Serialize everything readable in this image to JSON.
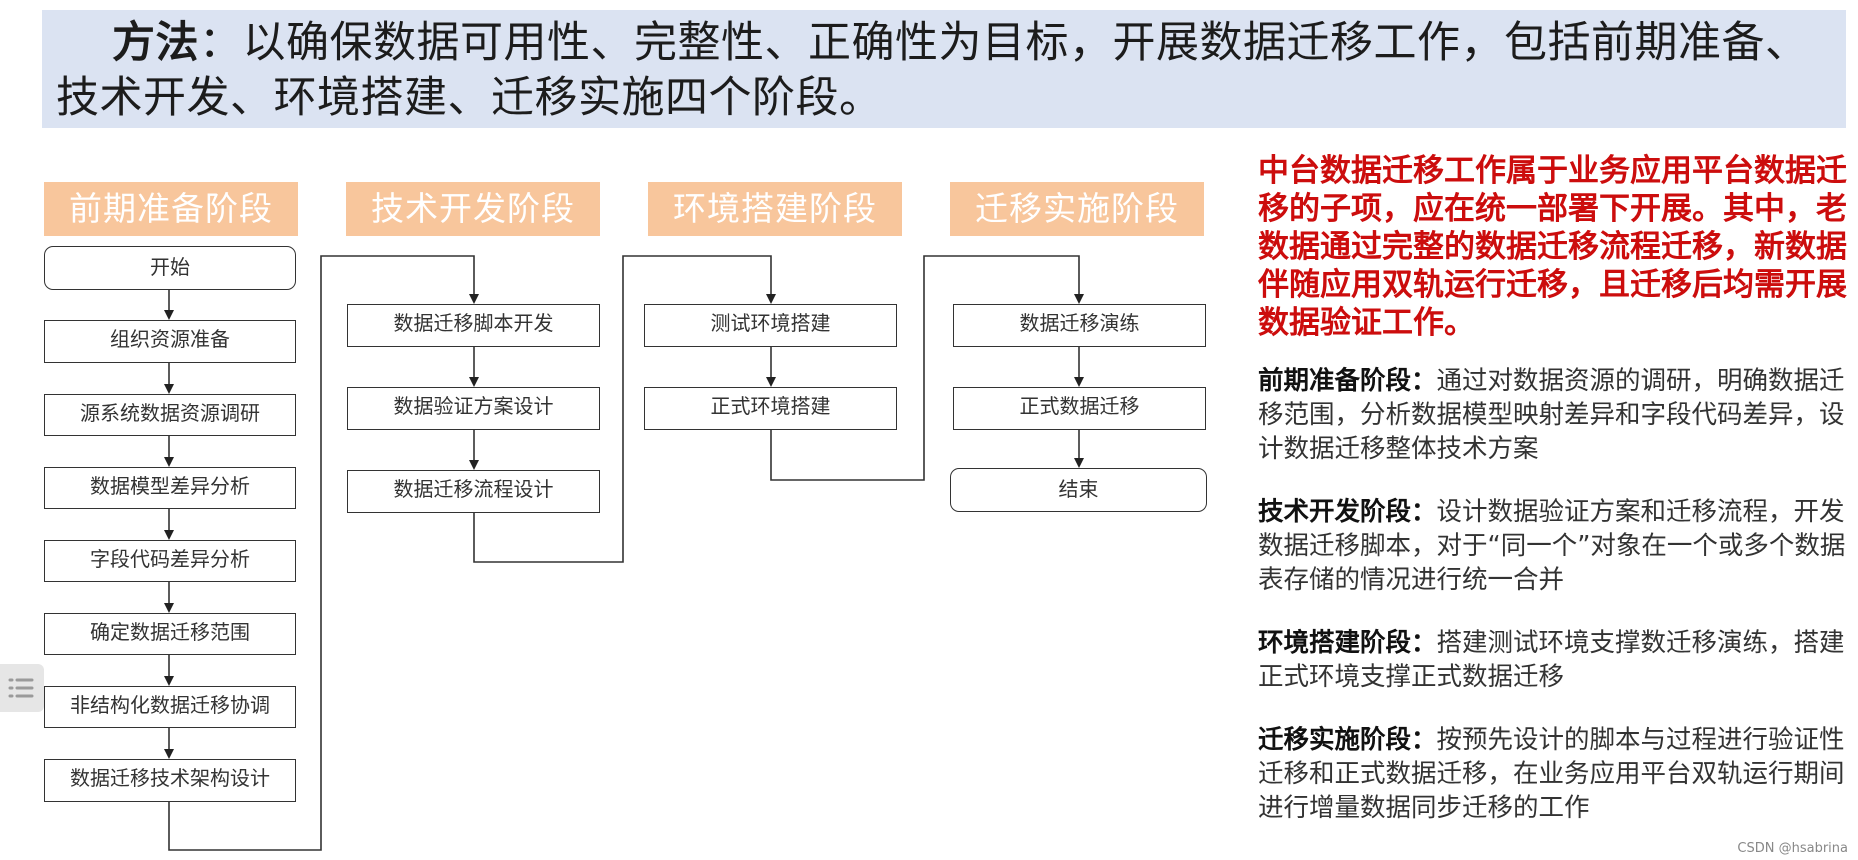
{
  "banner": {
    "label": "方法",
    "colon": "：",
    "text": "以确保数据可用性、完整性、正确性为目标，开展数据迁移工作，包括前期准备、技术开发、环境搭建、迁移实施四个阶段。"
  },
  "stages": [
    {
      "title": "前期准备阶段",
      "steps": [
        "开始",
        "组织资源准备",
        "源系统数据资源调研",
        "数据模型差异分析",
        "字段代码差异分析",
        "确定数据迁移范围",
        "非结构化数据迁移协调",
        "数据迁移技术架构设计"
      ]
    },
    {
      "title": "技术开发阶段",
      "steps": [
        "数据迁移脚本开发",
        "数据验证方案设计",
        "数据迁移流程设计"
      ]
    },
    {
      "title": "环境搭建阶段",
      "steps": [
        "测试环境搭建",
        "正式环境搭建"
      ]
    },
    {
      "title": "迁移实施阶段",
      "steps": [
        "数据迁移演练",
        "正式数据迁移",
        "结束"
      ]
    }
  ],
  "side": {
    "red_text": "中台数据迁移工作属于业务应用平台数据迁移的子项，应在统一部署下开展。其中，老数据通过完整的数据迁移流程迁移，新数据伴随应用双轨运行迁移，且迁移后均需开展数据验证工作。",
    "phases": [
      {
        "term": "前期准备阶段：",
        "desc": "通过对数据资源的调研，明确数据迁移范围，分析数据模型映射差异和字段代码差异，设计数据迁移整体技术方案"
      },
      {
        "term": "技术开发阶段：",
        "desc": "设计数据验证方案和迁移流程，开发数据迁移脚本，对于“同一个”对象在一个或多个数据表存储的情况进行统一合并"
      },
      {
        "term": "环境搭建阶段：",
        "desc": "搭建测试环境支撑数迁移演练，搭建正式环境支撑正式数据迁移"
      },
      {
        "term": "迁移实施阶段：",
        "desc": "按预先设计的脚本与过程进行验证性迁移和正式数据迁移，在业务应用平台双轨运行期间进行增量数据同步迁移的工作"
      }
    ]
  },
  "watermark": "CSDN @hsabrina",
  "colors": {
    "banner_bg": "#dbe3f2",
    "stage_header": "#f8c69c",
    "red_text": "#cc0d0d"
  }
}
